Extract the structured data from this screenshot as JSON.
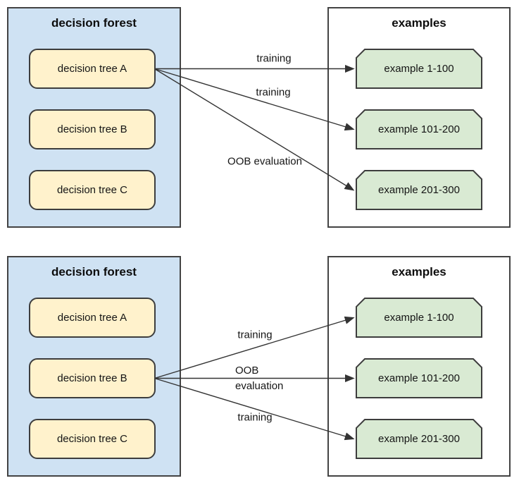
{
  "diagram": {
    "panels": [
      {
        "name": "top",
        "forest": {
          "title": "decision forest",
          "trees": [
            "decision tree A",
            "decision tree B",
            "decision tree C"
          ]
        },
        "examples": {
          "title": "examples",
          "items": [
            "example 1-100",
            "example 101-200",
            "example 201-300"
          ]
        },
        "source_tree": "decision tree A",
        "arrows": [
          {
            "label": "training",
            "from": "decision tree A",
            "to": "example 1-100"
          },
          {
            "label": "training",
            "from": "decision tree A",
            "to": "example 101-200"
          },
          {
            "label": "OOB evaluation",
            "from": "decision tree A",
            "to": "example 201-300"
          }
        ]
      },
      {
        "name": "bottom",
        "forest": {
          "title": "decision forest",
          "trees": [
            "decision tree A",
            "decision tree B",
            "decision tree C"
          ]
        },
        "examples": {
          "title": "examples",
          "items": [
            "example 1-100",
            "example 101-200",
            "example 201-300"
          ]
        },
        "source_tree": "decision tree B",
        "arrows": [
          {
            "label": "training",
            "from": "decision tree B",
            "to": "example 1-100"
          },
          {
            "label": "OOB evaluation",
            "from": "decision tree B",
            "to": "example 101-200"
          },
          {
            "label": "training",
            "from": "decision tree B",
            "to": "example 201-300"
          }
        ]
      }
    ],
    "colors": {
      "forest_fill": "#cfe2f3",
      "tree_fill": "#fff2cc",
      "example_fill": "#d9ead3",
      "box_border": "#434343",
      "node_border": "#3d3d3d",
      "arrow": "#333333",
      "text": "#151515"
    }
  }
}
